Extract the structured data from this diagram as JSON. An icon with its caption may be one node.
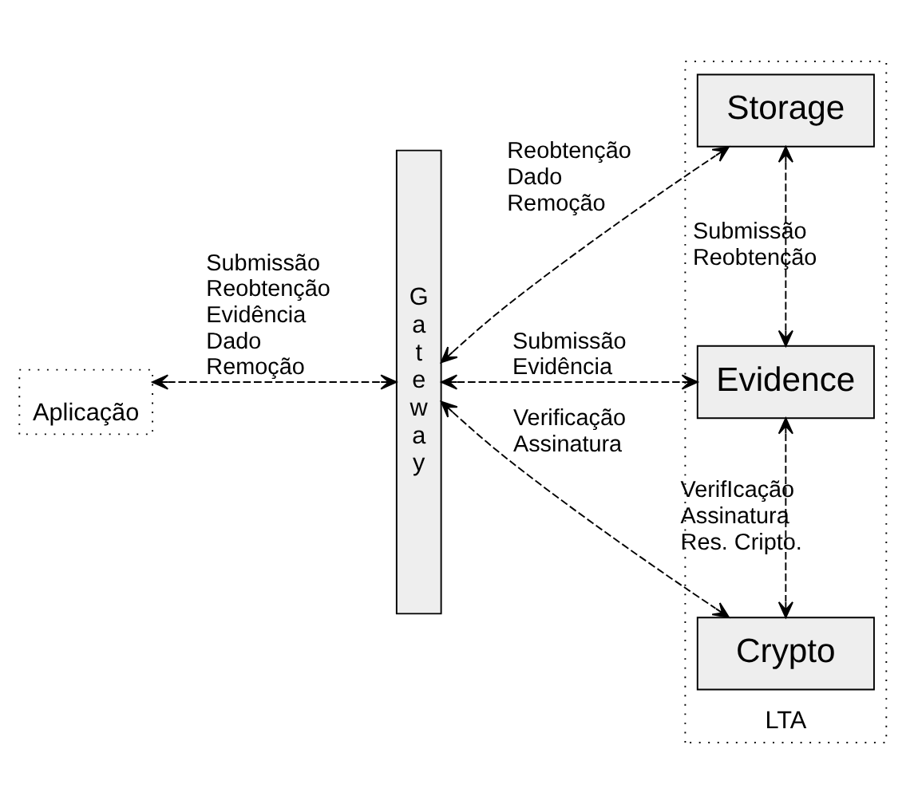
{
  "diagram": {
    "nodes": [
      {
        "text": [
          "Aplicação"
        ]
      },
      {
        "text": [
          "LTA"
        ]
      },
      {
        "text": [
          "Gateway"
        ]
      },
      {
        "text": [
          "Storage"
        ],
        "in": 1
      },
      {
        "text": [
          "Evidence"
        ],
        "in": 1
      },
      {
        "text": [
          "Crypto"
        ],
        "in": 1
      }
    ],
    "edges": [
      {
        "from": 0,
        "to": 2,
        "arrow": "both",
        "style": "dashed",
        "label": "Submissão Reobtenção Evidência Dado Remoção"
      },
      {
        "from": 2,
        "to": 3,
        "arrow": "both",
        "style": "dashed",
        "label": "Reobtenção Dado Remoção"
      },
      {
        "from": 3,
        "to": 4,
        "arrow": "both",
        "style": "dashed",
        "label": "Submissão Reobtenção"
      },
      {
        "from": 2,
        "to": 4,
        "arrow": "both",
        "style": "dashed",
        "label": "Submissão Evidência"
      },
      {
        "from": 4,
        "to": 5,
        "arrow": "both",
        "style": "dashed",
        "label": "VerifIcação Assinatura Res. Cripto."
      },
      {
        "from": 2,
        "to": 5,
        "arrow": "both",
        "style": "dashed",
        "label": "Verificação Assinatura"
      }
    ]
  }
}
